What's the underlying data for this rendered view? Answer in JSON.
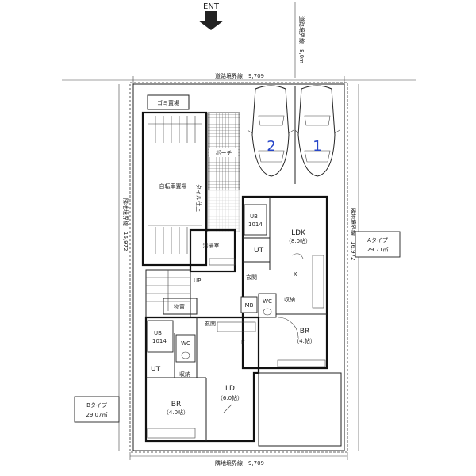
{
  "entrance": {
    "label": "ENT"
  },
  "dimensions": {
    "top": "道路境界線　9,709",
    "bottom": "隣地境界線　9,709",
    "left": "隣地境界線　16,972",
    "right": "隣地境界線　16,972",
    "right_top": "道路境界線　8,0m"
  },
  "parking": {
    "spot1": "2",
    "spot2": "1"
  },
  "common": {
    "trash": "ゴミ置場",
    "porch": "ポーチ",
    "bicycle": "自転車置場",
    "tile": "タイル仕上",
    "cleaning": "清掃室",
    "storage": "物置",
    "up": "UP"
  },
  "unit_a": {
    "type": "Aタイプ",
    "area": "29.71㎡",
    "ldk": "LDK",
    "ldk_size": "（8.0帖）",
    "k": "K",
    "ut": "UT",
    "ub": "UB",
    "ub_size": "1014",
    "wc": "WC",
    "br": "BR",
    "br_size": "（4.帖）",
    "mb": "MB",
    "entry": "玄関",
    "closet": "収納"
  },
  "unit_b": {
    "type": "Bタイプ",
    "area": "29.07㎡",
    "ld": "LD",
    "ld_size": "（6.0帖）",
    "k": "K",
    "ut": "UT",
    "ub": "UB",
    "ub_size": "1014",
    "wc": "WC",
    "br": "BR",
    "br_size": "（4.0帖）",
    "entry": "玄関",
    "closet": "収納"
  }
}
